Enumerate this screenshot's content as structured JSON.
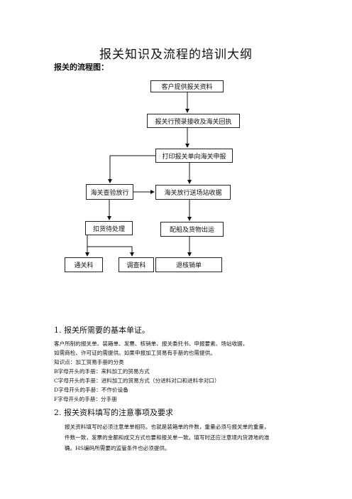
{
  "doc": {
    "title": "报关知识及流程的培训大纲",
    "subtitle": "报关的流程图："
  },
  "flow": {
    "n1": "客户提供报关资料",
    "n2": "报关行预录接收及海关回执",
    "n3": "打印报关单向海关申报",
    "n4": "海关查验放行",
    "n5": "海关放行送场站收据",
    "n6": "扣货待处理",
    "n7": "配船及货物出运",
    "n8": "通关科",
    "n9": "调查科",
    "n10": "退核销单"
  },
  "section1": {
    "heading": "1.  报关所需要的基本单证。",
    "lines": [
      "客户所制的报关单、装箱单、发票、核销单、报关委托书、申报要素、场站收据，",
      "如需商检、许可证的需提供。如果申报加工贸易有手册的也需提供。",
      "知识点：加工贸易手册的分类",
      "B字母开头的手册：来料加工的贸易方式",
      "C字母开头的手册：进料加工的贸易方式（分进料对口和进料非对口）",
      "D字母开头的手册：不作价设备",
      "F字母开头的手册：分手册"
    ]
  },
  "section2": {
    "heading": "2.  报关资料填写的注意事项及要求",
    "lines": [
      "报关资料填写时必须注意单单相符。也就是装箱单的件数，重量必须与报关单的重量，",
      "件数一致，发票的金额和成交方式也要和报关单一致。填写时还应注意境内货源地的准",
      "确。HS编码所需要的监管条件也必须提供。"
    ]
  }
}
